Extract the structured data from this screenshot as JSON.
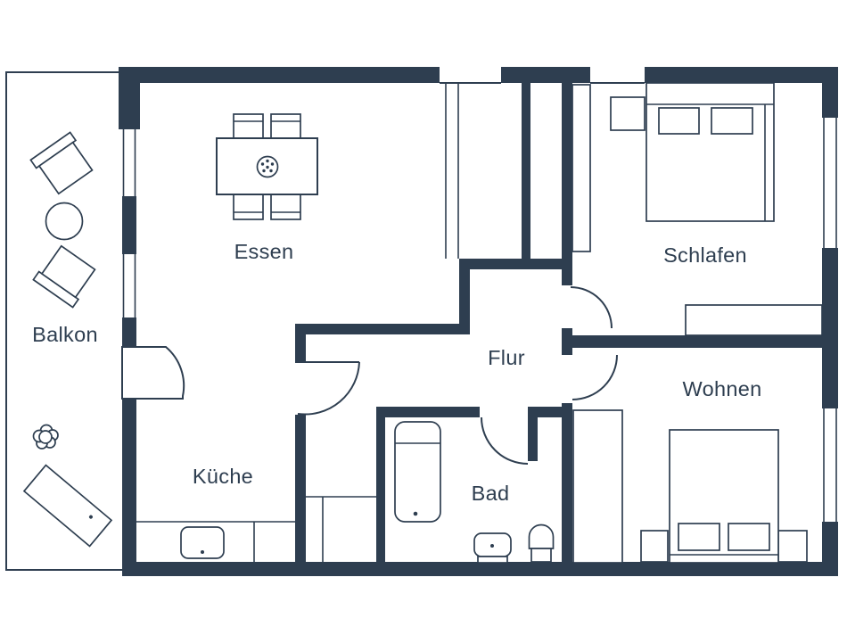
{
  "meta": {
    "view": "apartment-floor-plan"
  },
  "colors": {
    "wall": "#2e3e50",
    "background": "#ffffff"
  },
  "rooms": {
    "balkon": {
      "label": "Balkon"
    },
    "essen": {
      "label": "Essen"
    },
    "schlafen": {
      "label": "Schlafen"
    },
    "flur": {
      "label": "Flur"
    },
    "kueche": {
      "label": "Küche"
    },
    "bad": {
      "label": "Bad"
    },
    "wohnen": {
      "label": "Wohnen"
    }
  },
  "icons": {
    "balkon": [
      "patio-chair-icon",
      "round-table-icon",
      "patio-chair-icon",
      "plant-icon",
      "sun-lounger-icon"
    ],
    "essen": [
      "dining-table-icon",
      "chair-icon",
      "chair-icon",
      "chair-icon",
      "chair-icon",
      "plate-icon"
    ],
    "schlafen": [
      "double-bed-icon",
      "pillow-icon",
      "pillow-icon",
      "nightstand-icon",
      "wardrobe-icon",
      "sideboard-icon"
    ],
    "kueche": [
      "kitchen-counter-icon",
      "sink-icon",
      "cabinet-icon"
    ],
    "bad": [
      "shower-icon",
      "washbasin-icon",
      "toilet-icon"
    ],
    "wohnen": [
      "double-bed-icon",
      "pillow-icon",
      "pillow-icon",
      "nightstand-icon",
      "nightstand-icon",
      "cabinet-icon"
    ],
    "openings": [
      "door-swing-icon",
      "window-icon"
    ]
  }
}
